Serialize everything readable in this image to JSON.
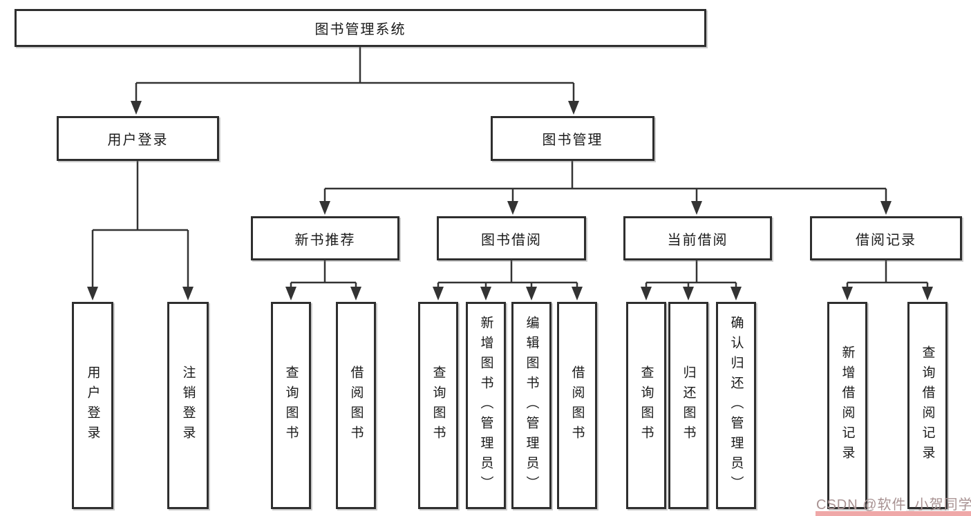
{
  "diagram_title": "图书管理系统",
  "nodes": {
    "root": "图书管理系统",
    "level2": [
      "用户登录",
      "图书管理"
    ],
    "level3": [
      "新书推荐",
      "图书借阅",
      "当前借阅",
      "借阅记录"
    ],
    "leaves": [
      "用户登录",
      "注销登录",
      "查询图书",
      "借阅图书",
      "查询图书",
      "新增图书（管理员）",
      "编辑图书（管理员）",
      "借阅图书",
      "查询图书",
      "归还图书",
      "确认归还（管理员）",
      "新增借阅记录",
      "查询借阅记录"
    ]
  },
  "watermark": "CSDN @软件_小贺同学",
  "colors": {
    "background": "#ffffff",
    "line": "#333333",
    "box_border": "#2e2e2e",
    "text": "#1a1a1a",
    "watermark_text": "#a89292",
    "watermark_strip": "#efa8a8"
  }
}
